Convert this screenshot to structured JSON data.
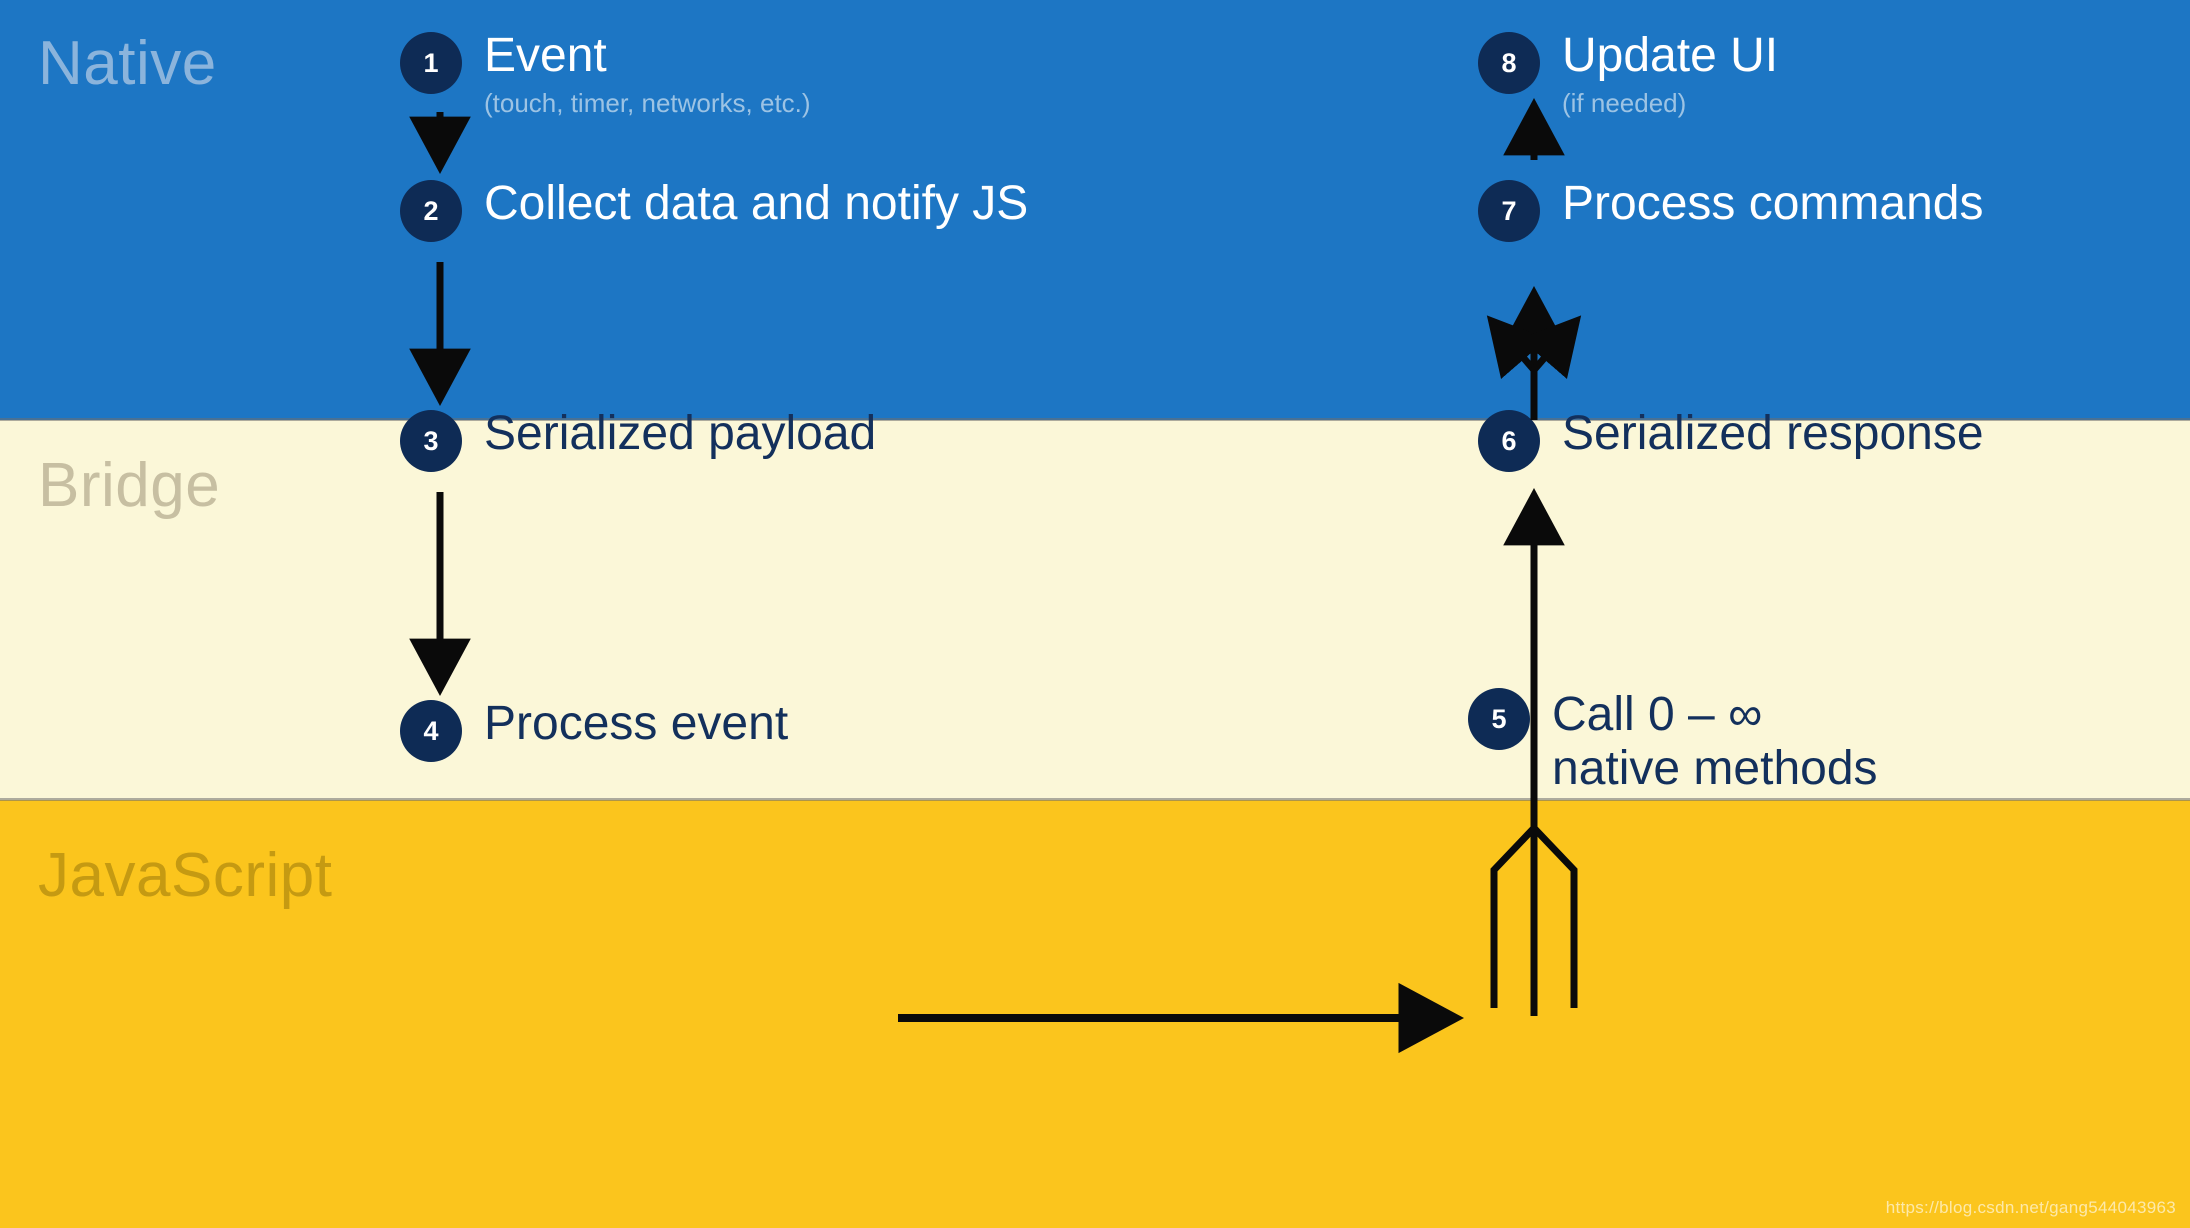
{
  "diagram": {
    "title": "React Native bridge data flow",
    "watermark": "https://blog.csdn.net/gang544043963",
    "colors": {
      "native_band": "#1d76c4",
      "bridge_band": "#fbf7d8",
      "javascript_band": "#fbc51d",
      "bubble": "#0e2b55",
      "arrow": "#0a0a0a",
      "native_label": "#8bb4dc",
      "bridge_label": "#c7bfa2",
      "javascript_label": "#c59a12",
      "text_on_blue": "#ffffff",
      "subtext_on_blue": "#9cc3e4",
      "text_on_cream": "#13305c",
      "text_on_yellow": "#13305c"
    }
  },
  "bands": [
    {
      "id": "native",
      "label": "Native"
    },
    {
      "id": "bridge",
      "label": "Bridge"
    },
    {
      "id": "javascript",
      "label": "JavaScript"
    }
  ],
  "steps": [
    {
      "number": "1",
      "title": "Event",
      "subtitle": "(touch, timer, networks, etc.)",
      "band": "native"
    },
    {
      "number": "2",
      "title": "Collect data and notify JS",
      "subtitle": "",
      "band": "native"
    },
    {
      "number": "3",
      "title": "Serialized payload",
      "subtitle": "",
      "band": "bridge"
    },
    {
      "number": "4",
      "title": "Process event",
      "subtitle": "",
      "band": "javascript"
    },
    {
      "number": "5",
      "title": "Call 0 – ∞",
      "subtitle": "native methods",
      "band": "javascript"
    },
    {
      "number": "6",
      "title": "Serialized response",
      "subtitle": "",
      "band": "bridge"
    },
    {
      "number": "7",
      "title": "Process commands",
      "subtitle": "",
      "band": "native"
    },
    {
      "number": "8",
      "title": "Update UI",
      "subtitle": "(if needed)",
      "band": "native"
    }
  ],
  "arrows": [
    {
      "id": "a1-2",
      "from": "1",
      "to": "2",
      "direction": "down"
    },
    {
      "id": "a2-3",
      "from": "2",
      "to": "3",
      "direction": "down"
    },
    {
      "id": "a3-4",
      "from": "3",
      "to": "4",
      "direction": "down"
    },
    {
      "id": "a4-5",
      "from": "4",
      "to": "5",
      "direction": "right"
    },
    {
      "id": "a5-6",
      "from": "5",
      "to": "6",
      "direction": "up-merge"
    },
    {
      "id": "a6-7",
      "from": "6",
      "to": "7",
      "direction": "up-fan"
    },
    {
      "id": "a7-8",
      "from": "7",
      "to": "8",
      "direction": "up"
    }
  ]
}
